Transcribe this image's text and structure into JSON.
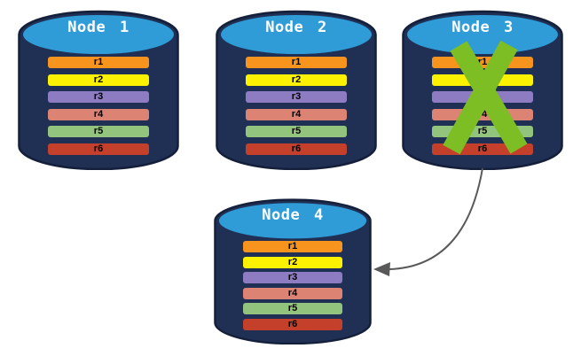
{
  "colors": {
    "background": "#ffffff",
    "cylinder_body": "#203055",
    "cylinder_outline": "#141F3A",
    "cylinder_top": "#2F9CD8",
    "node_label_text": "#ffffff",
    "row_text": "#000000",
    "x_mark": "#7CBE23",
    "arrow": "#595959"
  },
  "nodes": [
    {
      "label": "Node 1",
      "failed": false,
      "rows": [
        {
          "label": "r1",
          "color": "#F7941E"
        },
        {
          "label": "r2",
          "color": "#FCF200"
        },
        {
          "label": "r3",
          "color": "#8E7CC3"
        },
        {
          "label": "r4",
          "color": "#DD8374"
        },
        {
          "label": "r5",
          "color": "#93C47D"
        },
        {
          "label": "r6",
          "color": "#C5402B"
        }
      ]
    },
    {
      "label": "Node 2",
      "failed": false,
      "rows": [
        {
          "label": "r1",
          "color": "#F7941E"
        },
        {
          "label": "r2",
          "color": "#FCF200"
        },
        {
          "label": "r3",
          "color": "#8E7CC3"
        },
        {
          "label": "r4",
          "color": "#DD8374"
        },
        {
          "label": "r5",
          "color": "#93C47D"
        },
        {
          "label": "r6",
          "color": "#C5402B"
        }
      ]
    },
    {
      "label": "Node 3",
      "failed": true,
      "rows": [
        {
          "label": "r1",
          "color": "#F7941E"
        },
        {
          "label": "r2",
          "color": "#FCF200"
        },
        {
          "label": "r3",
          "color": "#8E7CC3"
        },
        {
          "label": "r4",
          "color": "#DD8374"
        },
        {
          "label": "r5",
          "color": "#93C47D"
        },
        {
          "label": "r6",
          "color": "#C5402B"
        }
      ]
    },
    {
      "label": "Node 4",
      "failed": false,
      "rows": [
        {
          "label": "r1",
          "color": "#F7941E"
        },
        {
          "label": "r2",
          "color": "#FCF200"
        },
        {
          "label": "r3",
          "color": "#8E7CC3"
        },
        {
          "label": "r4",
          "color": "#DD8374"
        },
        {
          "label": "r5",
          "color": "#93C47D"
        },
        {
          "label": "r6",
          "color": "#C5402B"
        }
      ]
    }
  ]
}
